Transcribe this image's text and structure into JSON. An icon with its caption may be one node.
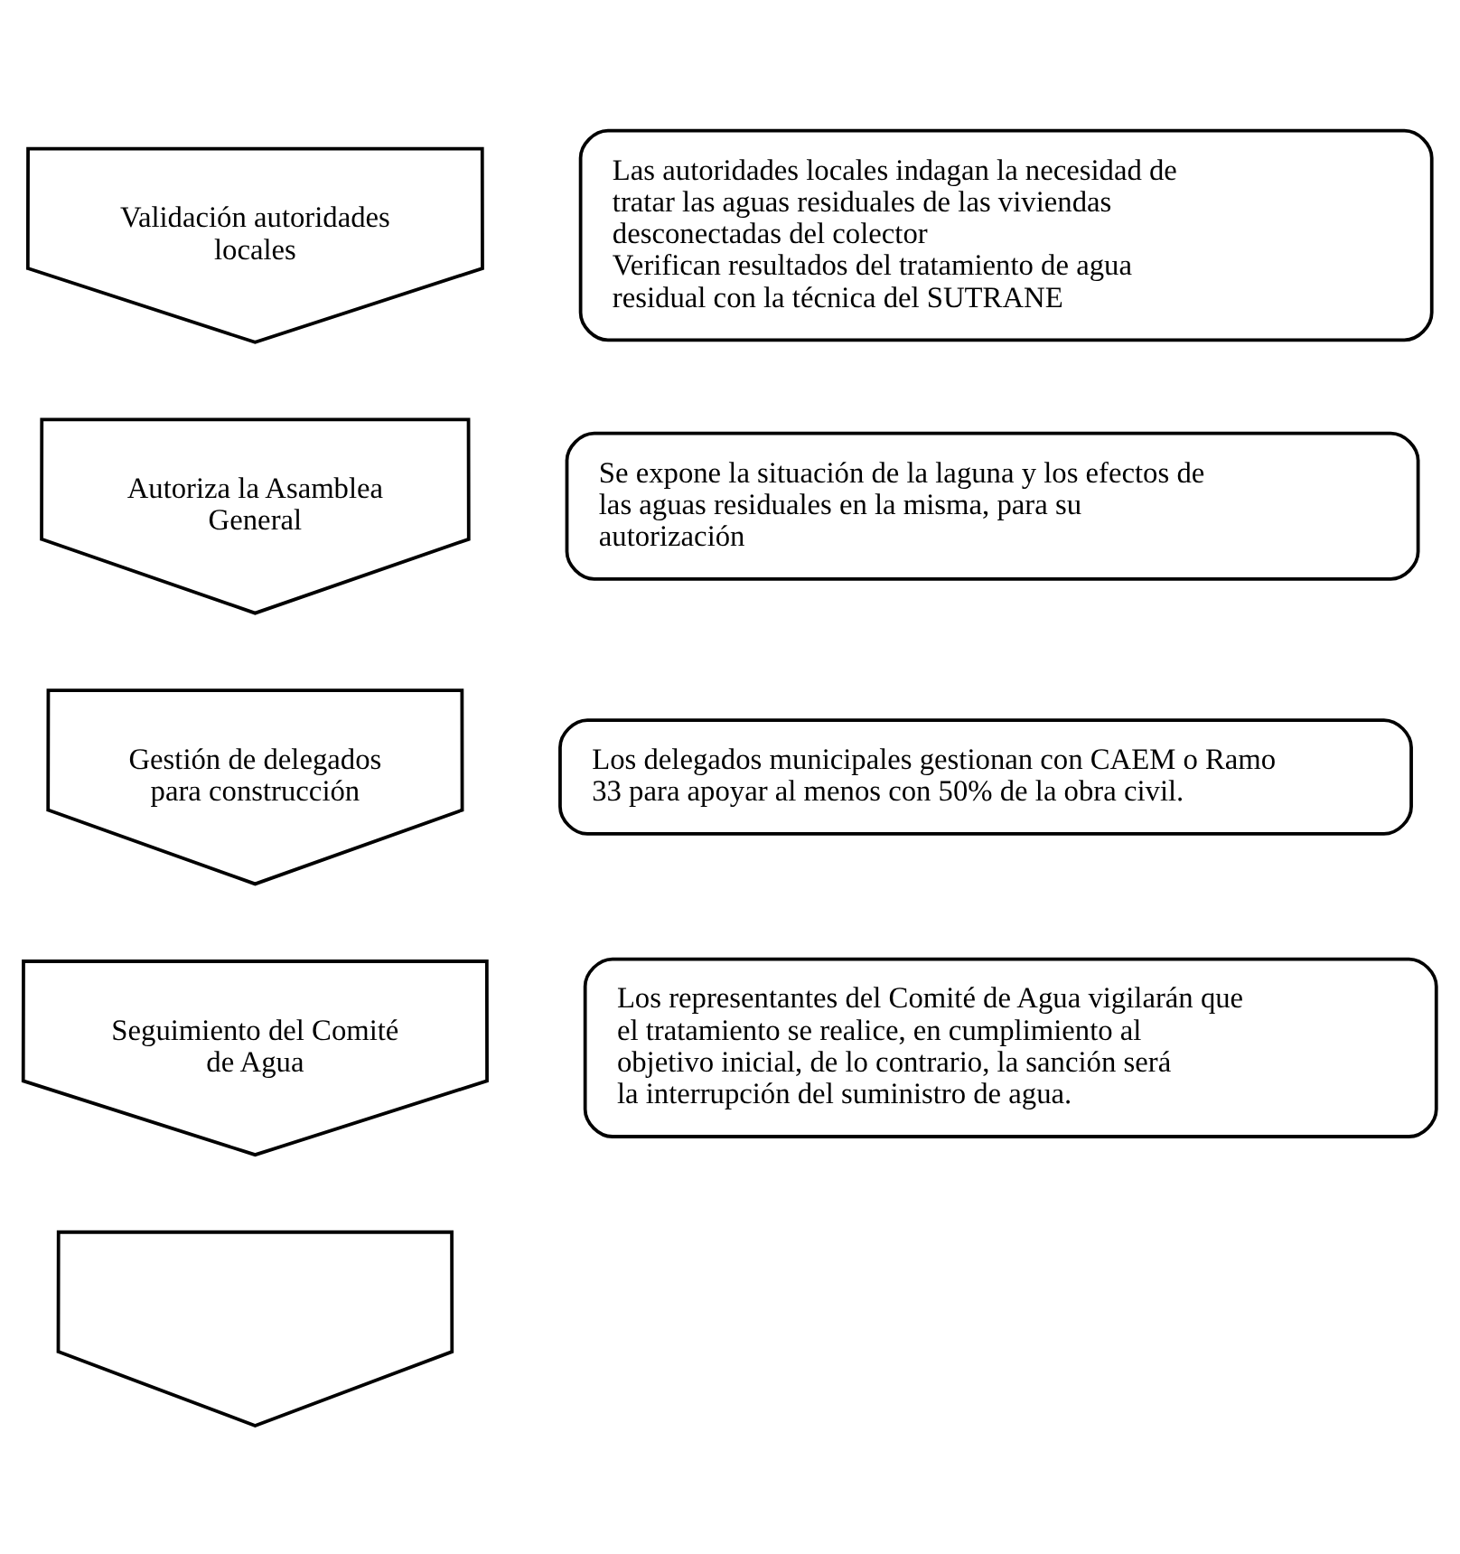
{
  "diagram": {
    "nodes": [
      {
        "text": [
          "Validación autoridades locales"
        ]
      },
      {
        "text": [
          "Las autoridades locales indagan la necesidad de tratar las aguas residuales de las viviendas desconectadas del colector",
          "Verifican resultados del tratamiento de agua residual con la técnica del SUTRANE"
        ]
      },
      {
        "text": [
          "Autoriza la Asamblea General"
        ]
      },
      {
        "text": [
          "Se expone la situación de la laguna y los efectos de las aguas residuales en la misma, para su autorización"
        ]
      },
      {
        "text": [
          "Gestión de delegados para construcción"
        ]
      },
      {
        "text": [
          "Los delegados municipales gestionan con CAEM o Ramo 33 para apoyar al menos con 50% de la obra civil."
        ]
      },
      {
        "text": [
          "Seguimiento del Comité de Agua"
        ]
      },
      {
        "text": [
          "Los representantes del Comité de Agua vigilarán que el tratamiento se realice, en cumplimiento al objetivo inicial, de lo contrario, la sanción será la interrupción del suministro de agua."
        ]
      },
      {
        "text": [],
        "shape": "chevron"
      }
    ],
    "edges": []
  }
}
